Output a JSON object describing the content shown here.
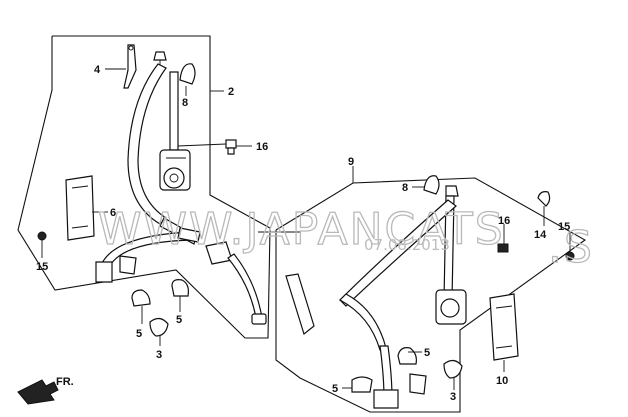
{
  "watermark": {
    "brand": "WWW.JAPANCATS",
    "domain_suffix": ".S",
    "date": "07.08.2013"
  },
  "direction": {
    "label": "FR."
  },
  "callouts": {
    "c1": "4",
    "c2": "2",
    "c3": "8",
    "c4": "16",
    "c5": "6",
    "c6": "15",
    "c7": "5",
    "c8": "5",
    "c9": "3",
    "c10": "9",
    "c11": "8",
    "c12": "16",
    "c13": "14",
    "c14": "15",
    "c15": "5",
    "c16": "5",
    "c17": "3",
    "c18": "10"
  }
}
